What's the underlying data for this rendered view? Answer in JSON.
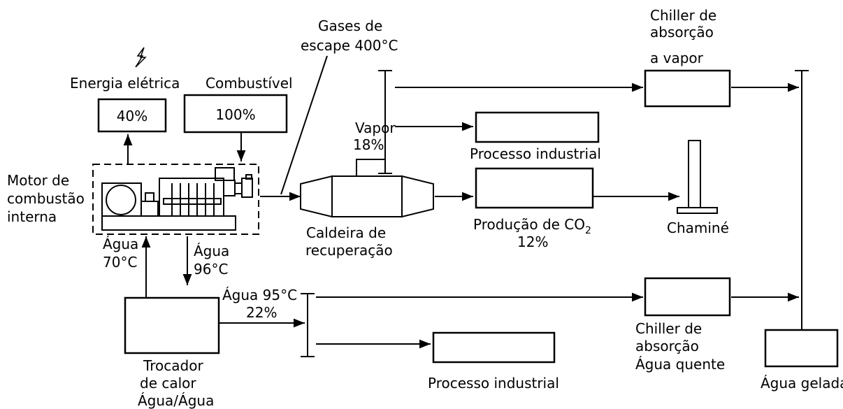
{
  "labels": {
    "energia": "Energia elétrica",
    "energia_pct": "40%",
    "combustivel": "Combustível",
    "combustivel_pct": "100%",
    "motor_l1": "Motor de",
    "motor_l2": "combustão",
    "motor_l3": "interna",
    "gases_l1": "Gases de",
    "gases_l2": "escape 400°C",
    "vapor_l1": "Vapor",
    "vapor_l2": "18%",
    "chiller_vapor_l1": "Chiller de",
    "chiller_vapor_l2": "absorção",
    "chiller_vapor_l3": "a vapor",
    "processo1": "Processo industrial",
    "caldeira_l1": "Caldeira de",
    "caldeira_l2": "recuperação",
    "co2_main": "Produção de CO",
    "co2_sub": "2",
    "co2_pct": "12%",
    "chamine": "Chaminé",
    "agua70_l1": "Água",
    "agua70_l2": "70°C",
    "agua96_l1": "Água",
    "agua96_l2": "96°C",
    "agua95_l1": "Água 95°C",
    "agua95_l2": "22%",
    "trocador_l1": "Trocador",
    "trocador_l2": "de calor",
    "trocador_l3": "Água/Água",
    "processo2": "Processo industrial",
    "chiller_quente_l1": "Chiller de",
    "chiller_quente_l2": "absorção",
    "chiller_quente_l3": "Água quente",
    "agua_gelada": "Água gelada"
  }
}
